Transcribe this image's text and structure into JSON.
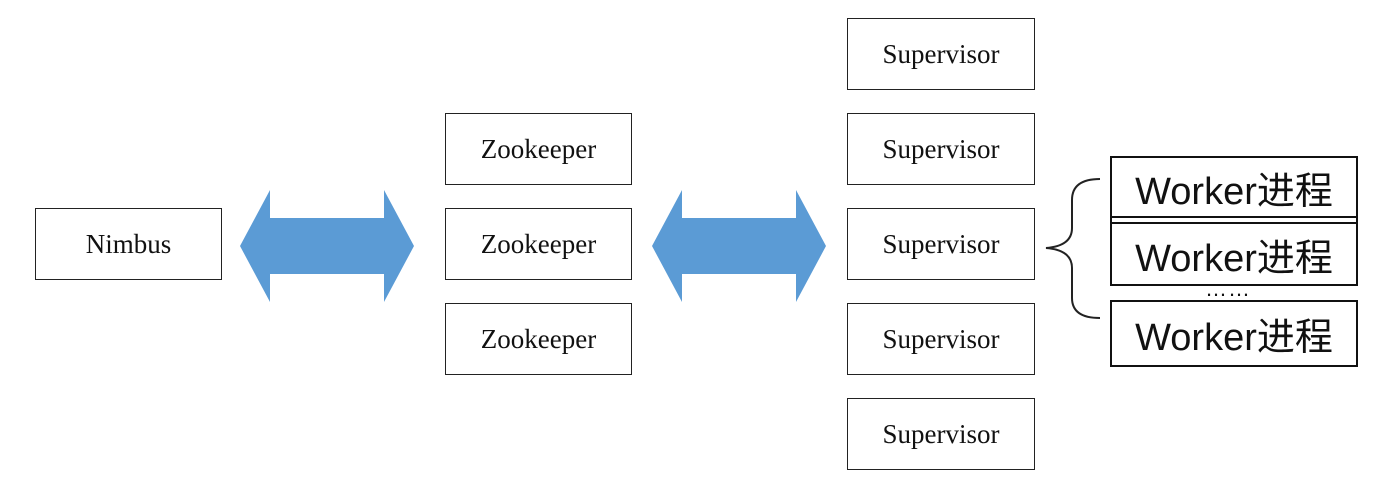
{
  "diagram": {
    "nimbus": {
      "label": "Nimbus"
    },
    "zookeepers": [
      {
        "label": "Zookeeper"
      },
      {
        "label": "Zookeeper"
      },
      {
        "label": "Zookeeper"
      }
    ],
    "supervisors": [
      {
        "label": "Supervisor"
      },
      {
        "label": "Supervisor"
      },
      {
        "label": "Supervisor"
      },
      {
        "label": "Supervisor"
      },
      {
        "label": "Supervisor"
      }
    ],
    "workers": [
      {
        "label": "Worker进程"
      },
      {
        "label": "Worker进程"
      },
      {
        "label": "Worker进程"
      }
    ],
    "ellipsis": "……",
    "colors": {
      "arrow": "#5b9bd5",
      "border": "#222222",
      "text": "#111111"
    }
  }
}
